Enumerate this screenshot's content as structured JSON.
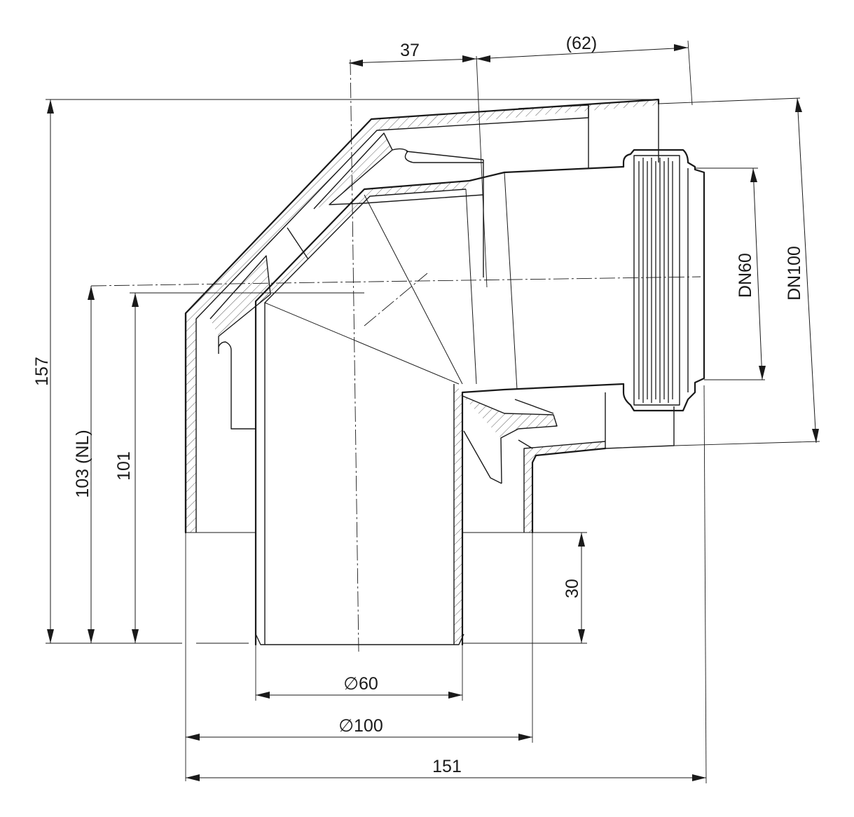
{
  "labels": {
    "dim_37": "37",
    "dim_62": "(62)",
    "dim_157": "157",
    "dim_103": "103 (NL)",
    "dim_101": "101",
    "dim_30": "30",
    "dim_d60": "∅60",
    "dim_d100": "∅100",
    "dim_151": "151",
    "dim_dn60": "DN60",
    "dim_dn100": "DN100"
  },
  "colors": {
    "line": "#1a1a1a",
    "background": "#ffffff"
  }
}
